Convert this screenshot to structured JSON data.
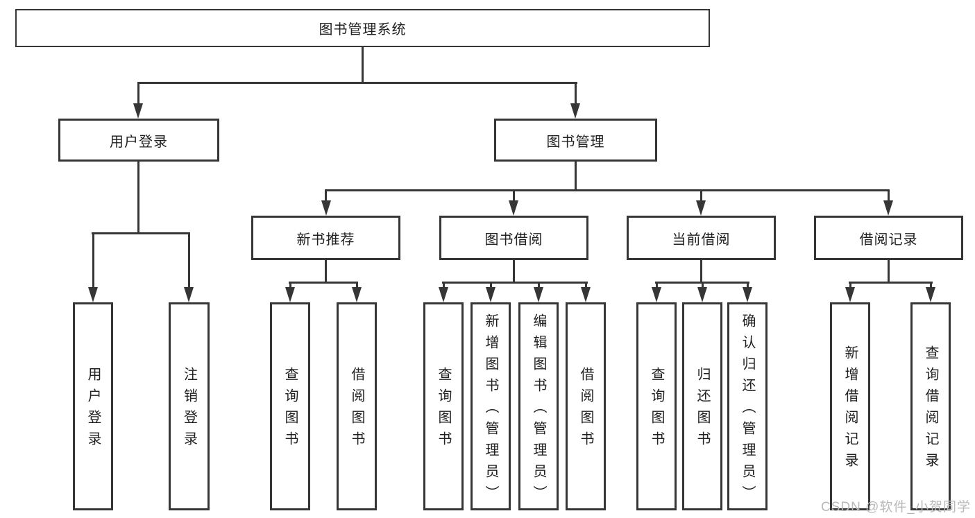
{
  "diagram_type": "hierarchy-tree",
  "colors": {
    "line": "#363636",
    "text": "#212121",
    "watermark_text": "#b9b9b9",
    "background": "#ffffff"
  },
  "tree": {
    "root": {
      "label": "图书管理系统"
    },
    "branches": [
      {
        "label": "用户登录",
        "children": [
          {
            "label": "用户登录"
          },
          {
            "label": "注销登录"
          }
        ]
      },
      {
        "label": "图书管理",
        "children": [
          {
            "label": "新书推荐",
            "children": [
              {
                "label": "查询图书"
              },
              {
                "label": "借阅图书"
              }
            ]
          },
          {
            "label": "图书借阅",
            "children": [
              {
                "label": "查询图书"
              },
              {
                "label": "新增图书（管理员）"
              },
              {
                "label": "编辑图书（管理员）"
              },
              {
                "label": "借阅图书"
              }
            ]
          },
          {
            "label": "当前借阅",
            "children": [
              {
                "label": "查询图书"
              },
              {
                "label": "归还图书"
              },
              {
                "label": "确认归还（管理员）"
              }
            ]
          },
          {
            "label": "借阅记录",
            "children": [
              {
                "label": "新增借阅记录"
              },
              {
                "label": "查询借阅记录"
              }
            ]
          }
        ]
      }
    ]
  },
  "watermark": {
    "text": "CSDN @软件_小贺同学"
  }
}
